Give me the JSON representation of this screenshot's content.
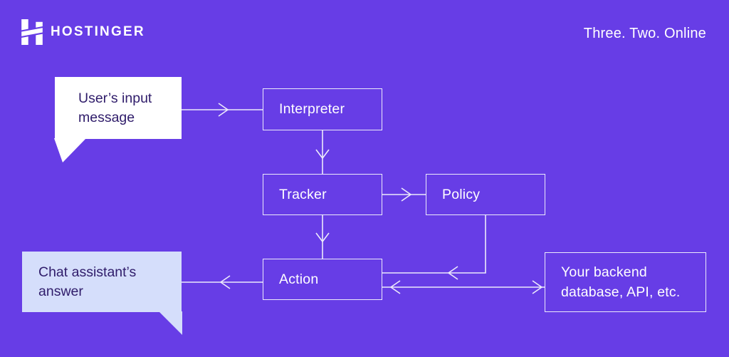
{
  "header": {
    "brand": "HOSTINGER",
    "tagline": "Three. Two. Online"
  },
  "colors": {
    "background": "#673DE6",
    "connector": "#ECEAFB",
    "node_border": "#ECEAFB",
    "node_text": "#FFFFFF",
    "bubble_user_fill": "#FFFFFF",
    "bubble_assistant_fill": "#D5DEFB",
    "bubble_text": "#2F1C6A"
  },
  "diagram": {
    "bubbles": [
      {
        "id": "user-input",
        "text": "User’s input message"
      },
      {
        "id": "assistant-answer",
        "text": "Chat assistant’s answer"
      }
    ],
    "nodes": [
      {
        "id": "interpreter",
        "label": "Interpreter"
      },
      {
        "id": "tracker",
        "label": "Tracker"
      },
      {
        "id": "policy",
        "label": "Policy"
      },
      {
        "id": "action",
        "label": "Action"
      },
      {
        "id": "backend",
        "label": "Your backend database, API, etc."
      }
    ],
    "edges": [
      {
        "from": "user-input",
        "to": "interpreter",
        "style": "arrow-right"
      },
      {
        "from": "interpreter",
        "to": "tracker",
        "style": "arrow-down"
      },
      {
        "from": "tracker",
        "to": "policy",
        "style": "arrow-right"
      },
      {
        "from": "tracker",
        "to": "action",
        "style": "arrow-down"
      },
      {
        "from": "policy",
        "to": "action",
        "style": "elbow-arrow-left"
      },
      {
        "from": "action",
        "to": "backend",
        "style": "arrow-both"
      },
      {
        "from": "action",
        "to": "assistant-answer",
        "style": "arrow-left"
      }
    ]
  }
}
